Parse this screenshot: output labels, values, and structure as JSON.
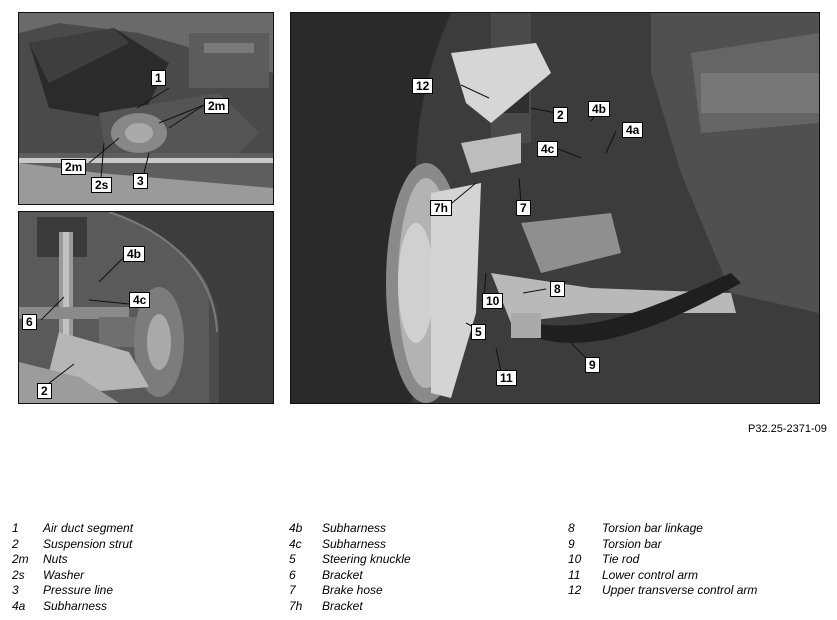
{
  "document_ref": "P32.25-2371-09",
  "callouts": {
    "p1": [
      "1",
      "2m",
      "2m",
      "2s",
      "3"
    ],
    "p2": [
      "4b",
      "4c",
      "6",
      "2"
    ],
    "p3": [
      "12",
      "2",
      "4b",
      "4a",
      "4c",
      "7h",
      "7",
      "10",
      "8",
      "5",
      "11",
      "9"
    ]
  },
  "legend": [
    [
      {
        "code": "1",
        "desc": "Air duct segment"
      },
      {
        "code": "2",
        "desc": "Suspension strut"
      },
      {
        "code": "2m",
        "desc": "Nuts"
      },
      {
        "code": "2s",
        "desc": "Washer"
      },
      {
        "code": "3",
        "desc": "Pressure line"
      },
      {
        "code": "4a",
        "desc": "Subharness"
      }
    ],
    [
      {
        "code": "4b",
        "desc": "Subharness"
      },
      {
        "code": "4c",
        "desc": "Subharness"
      },
      {
        "code": "5",
        "desc": "Steering knuckle"
      },
      {
        "code": "6",
        "desc": "Bracket"
      },
      {
        "code": "7",
        "desc": "Brake hose"
      },
      {
        "code": "7h",
        "desc": "Bracket"
      }
    ],
    [
      {
        "code": "8",
        "desc": "Torsion bar linkage"
      },
      {
        "code": "9",
        "desc": "Torsion bar"
      },
      {
        "code": "10",
        "desc": "Tie rod"
      },
      {
        "code": "11",
        "desc": "Lower control arm"
      },
      {
        "code": "12",
        "desc": "Upper transverse control arm"
      }
    ]
  ]
}
